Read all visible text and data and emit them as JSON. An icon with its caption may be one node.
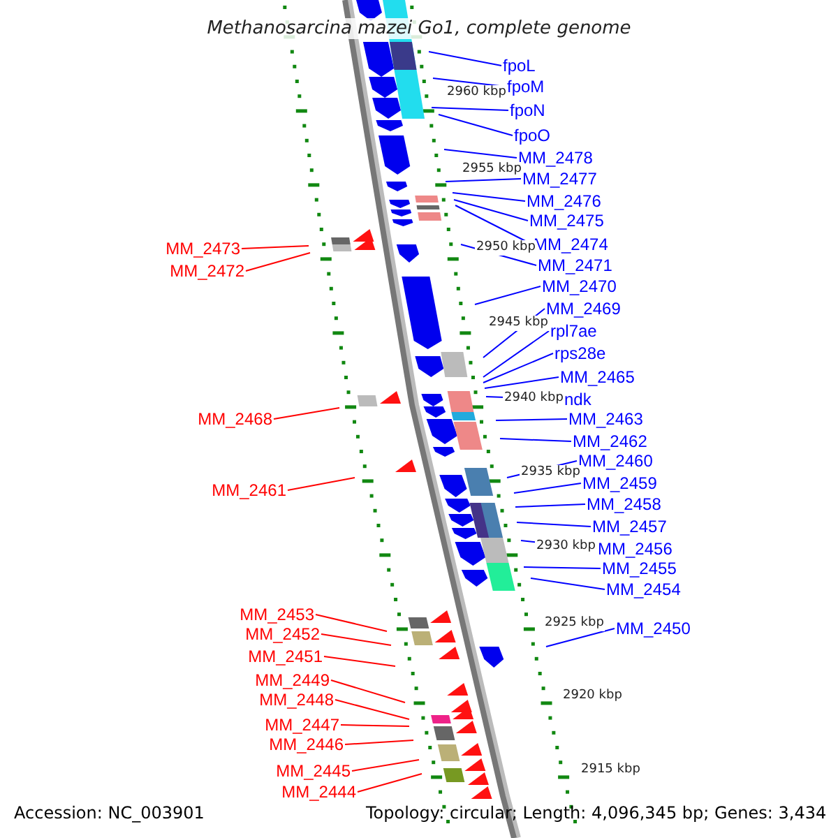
{
  "diagram": {
    "title": "Methanosarcina mazei Go1, complete genome",
    "nodes": [
      {
        "text": [
          "fpoL"
        ]
      },
      {
        "text": [
          "fpoM"
        ]
      },
      {
        "text": [
          "fpoN"
        ]
      },
      {
        "text": [
          "fpoO"
        ]
      },
      {
        "text": [
          "MM_2478"
        ]
      },
      {
        "text": [
          "MM_2477"
        ]
      },
      {
        "text": [
          "MM_2476"
        ]
      },
      {
        "text": [
          "MM_2475"
        ]
      },
      {
        "text": [
          "MM_2474"
        ]
      },
      {
        "text": [
          "MM_2473"
        ]
      },
      {
        "text": [
          "MM_2471"
        ]
      },
      {
        "text": [
          "MM_2472"
        ]
      },
      {
        "text": [
          "MM_2470"
        ]
      },
      {
        "text": [
          "MM_2469"
        ]
      },
      {
        "text": [
          "rpl7ae"
        ]
      },
      {
        "text": [
          "rps28e"
        ]
      },
      {
        "text": [
          "MM_2465"
        ]
      },
      {
        "text": [
          "ndk"
        ]
      },
      {
        "text": [
          "MM_2468"
        ]
      },
      {
        "text": [
          "MM_2463"
        ]
      },
      {
        "text": [
          "MM_2462"
        ]
      },
      {
        "text": [
          "MM_2460"
        ]
      },
      {
        "text": [
          "MM_2459"
        ]
      },
      {
        "text": [
          "MM_2461"
        ]
      },
      {
        "text": [
          "MM_2458"
        ]
      },
      {
        "text": [
          "MM_2457"
        ]
      },
      {
        "text": [
          "MM_2456"
        ]
      },
      {
        "text": [
          "MM_2455"
        ]
      },
      {
        "text": [
          "MM_2454"
        ]
      },
      {
        "text": [
          "MM_2453"
        ]
      },
      {
        "text": [
          "MM_2450"
        ]
      },
      {
        "text": [
          "MM_2452"
        ]
      },
      {
        "text": [
          "MM_2451"
        ]
      },
      {
        "text": [
          "MM_2449"
        ]
      },
      {
        "text": [
          "MM_2448"
        ]
      },
      {
        "text": [
          "MM_2447"
        ]
      },
      {
        "text": [
          "MM_2446"
        ]
      },
      {
        "text": [
          "MM_2445"
        ]
      },
      {
        "text": [
          "MM_2444"
        ]
      }
    ],
    "edges": [
      {
        "from": 0,
        "to": null,
        "arrow": "none"
      },
      {
        "from": 1,
        "to": null,
        "arrow": "none"
      },
      {
        "from": 2,
        "to": null,
        "arrow": "none"
      },
      {
        "from": 3,
        "to": null,
        "arrow": "none"
      },
      {
        "from": 4,
        "to": null,
        "arrow": "none"
      },
      {
        "from": 5,
        "to": null,
        "arrow": "none"
      },
      {
        "from": 6,
        "to": null,
        "arrow": "none"
      },
      {
        "from": 7,
        "to": null,
        "arrow": "none"
      },
      {
        "from": 8,
        "to": null,
        "arrow": "none"
      },
      {
        "from": 9,
        "to": null,
        "arrow": "none",
        "color": "#ff0000"
      },
      {
        "from": 10,
        "to": null,
        "arrow": "none"
      },
      {
        "from": 11,
        "to": null,
        "arrow": "none",
        "color": "#ff0000"
      },
      {
        "from": 12,
        "to": null,
        "arrow": "none"
      },
      {
        "from": 13,
        "to": null,
        "arrow": "none"
      },
      {
        "from": 14,
        "to": null,
        "arrow": "none"
      },
      {
        "from": 15,
        "to": null,
        "arrow": "none"
      },
      {
        "from": 16,
        "to": null,
        "arrow": "none"
      },
      {
        "from": 17,
        "to": null,
        "arrow": "none"
      },
      {
        "from": 18,
        "to": null,
        "arrow": "none",
        "color": "#ff0000"
      },
      {
        "from": 19,
        "to": null,
        "arrow": "none"
      },
      {
        "from": 20,
        "to": null,
        "arrow": "none"
      },
      {
        "from": 21,
        "to": null,
        "arrow": "none"
      },
      {
        "from": 22,
        "to": null,
        "arrow": "none"
      },
      {
        "from": 23,
        "to": null,
        "arrow": "none",
        "color": "#ff0000"
      },
      {
        "from": 24,
        "to": null,
        "arrow": "none"
      },
      {
        "from": 25,
        "to": null,
        "arrow": "none"
      },
      {
        "from": 26,
        "to": null,
        "arrow": "none"
      },
      {
        "from": 27,
        "to": null,
        "arrow": "none"
      },
      {
        "from": 28,
        "to": null,
        "arrow": "none"
      },
      {
        "from": 29,
        "to": null,
        "arrow": "none",
        "color": "#ff0000"
      },
      {
        "from": 30,
        "to": null,
        "arrow": "none"
      },
      {
        "from": 31,
        "to": null,
        "arrow": "none",
        "color": "#ff0000"
      },
      {
        "from": 32,
        "to": null,
        "arrow": "none",
        "color": "#ff0000"
      },
      {
        "from": 33,
        "to": null,
        "arrow": "none",
        "color": "#ff0000"
      },
      {
        "from": 34,
        "to": null,
        "arrow": "none",
        "color": "#ff0000"
      },
      {
        "from": 35,
        "to": null,
        "arrow": "none",
        "color": "#ff0000"
      },
      {
        "from": 36,
        "to": null,
        "arrow": "none",
        "color": "#ff0000"
      },
      {
        "from": 37,
        "to": null,
        "arrow": "none",
        "color": "#ff0000"
      },
      {
        "from": 38,
        "to": null,
        "arrow": "none",
        "color": "#ff0000"
      }
    ],
    "labels": [
      "2960 kbp",
      "2955 kbp",
      "2950 kbp",
      "2945 kbp",
      "2940 kbp",
      "2935 kbp",
      "2930 kbp",
      "2925 kbp",
      "2920 kbp",
      "2915 kbp",
      "Accession: NC_003901",
      "Topology: circular; Length: 4,096,345 bp; Genes: 3,434"
    ]
  }
}
